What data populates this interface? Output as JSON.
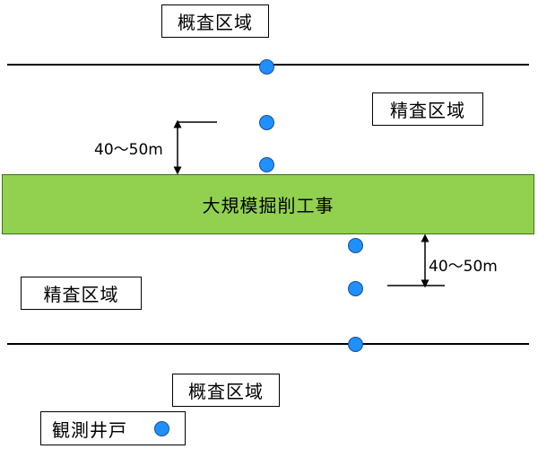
{
  "zones": {
    "outer_top": "概査区域",
    "inner_right": "精査区域",
    "inner_left": "精査区域",
    "outer_bottom": "概査区域"
  },
  "excavation_label": "大規模掘削工事",
  "distance_top": "40～50m",
  "distance_bottom": "40～50m",
  "legend": {
    "label": "観測井戸",
    "icon": "well-circle-icon"
  },
  "colors": {
    "excavation": "#92d050",
    "well": "#1e90ff",
    "well_outline": "#1c4f8f",
    "line": "#000000"
  }
}
